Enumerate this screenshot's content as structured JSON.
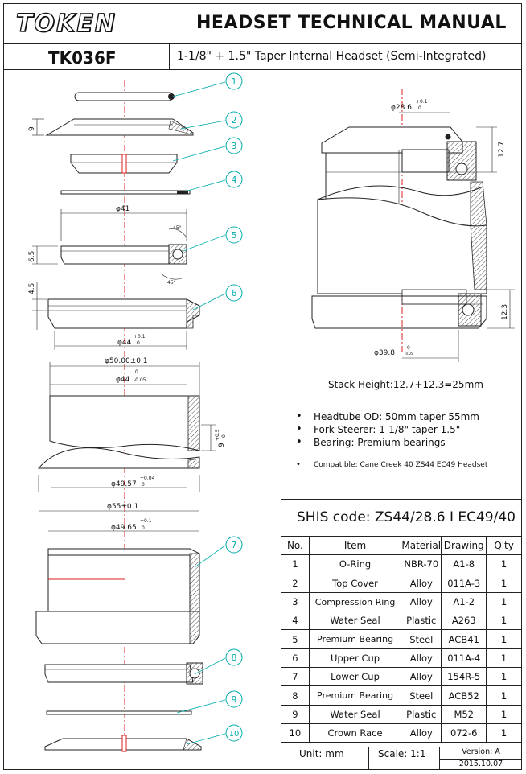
{
  "header": {
    "logo": "TOKEN",
    "title": "HEADSET TECHNICAL MANUAL",
    "model": "TK036F",
    "subtitle": "1-1/8\" + 1.5\" Taper Internal Headset (Semi-Integrated)"
  },
  "exploded_dims": {
    "d9": "9",
    "d41": "φ41",
    "ang1": "45°",
    "ang2": "45°",
    "d65": "6.5",
    "d45": "4.5",
    "d44": "φ44",
    "d44_tol": "+0.1",
    "d44_tol2": "0",
    "d50": "φ50.00±0.1",
    "d44b": "φ44",
    "d44b_tol1": "0",
    "d44b_tol2": "-0.05",
    "d9b": "9",
    "d9b_tol1": "+0.5",
    "d9b_tol2": "0",
    "d4957": "φ49.57",
    "d4957_tol1": "+0.04",
    "d4957_tol2": "0",
    "d55": "φ55±0.1",
    "d4965": "φ49.65",
    "d4965_tol1": "+0.1",
    "d4965_tol2": "0"
  },
  "callouts": [
    "1",
    "2",
    "3",
    "4",
    "5",
    "6",
    "7",
    "8",
    "9",
    "10"
  ],
  "assembly_dims": {
    "d286": "φ28.6",
    "d286_tol1": "+0.1",
    "d286_tol2": "0",
    "h127": "12.7",
    "h123": "12.3",
    "d398": "φ39.8",
    "d398_tol1": "0",
    "d398_tol2": "-0.05"
  },
  "stack_height": "Stack Height:12.7+12.3=25mm",
  "specs": [
    "Headtube OD: 50mm taper 55mm",
    "Fork Steerer: 1-1/8\" taper 1.5\"",
    "Bearing: Premium bearings"
  ],
  "compatible": "Compatible: Cane Creek 40 ZS44 EC49 Headset",
  "shis": "SHIS code: ZS44/28.6 I EC49/40",
  "table": {
    "headers": [
      "No.",
      "Item",
      "Material",
      "Drawing",
      "Q'ty"
    ],
    "rows": [
      [
        "1",
        "O-Ring",
        "NBR-70",
        "A1-8",
        "1"
      ],
      [
        "2",
        "Top Cover",
        "Alloy",
        "011A-3",
        "1"
      ],
      [
        "3",
        "Compression Ring",
        "Alloy",
        "A1-2",
        "1"
      ],
      [
        "4",
        "Water Seal",
        "Plastic",
        "A263",
        "1"
      ],
      [
        "5",
        "Premium Bearing",
        "Steel",
        "ACB41",
        "1"
      ],
      [
        "6",
        "Upper Cup",
        "Alloy",
        "011A-4",
        "1"
      ],
      [
        "7",
        "Lower Cup",
        "Alloy",
        "154R-5",
        "1"
      ],
      [
        "8",
        "Premium Bearing",
        "Steel",
        "ACB52",
        "1"
      ],
      [
        "9",
        "Water Seal",
        "Plastic",
        "M52",
        "1"
      ],
      [
        "10",
        "Crown Race",
        "Alloy",
        "072-6",
        "1"
      ]
    ]
  },
  "footer": {
    "unit": "Unit: mm",
    "scale": "Scale: 1:1",
    "version": "Version: A",
    "date": "2015.10.07"
  }
}
